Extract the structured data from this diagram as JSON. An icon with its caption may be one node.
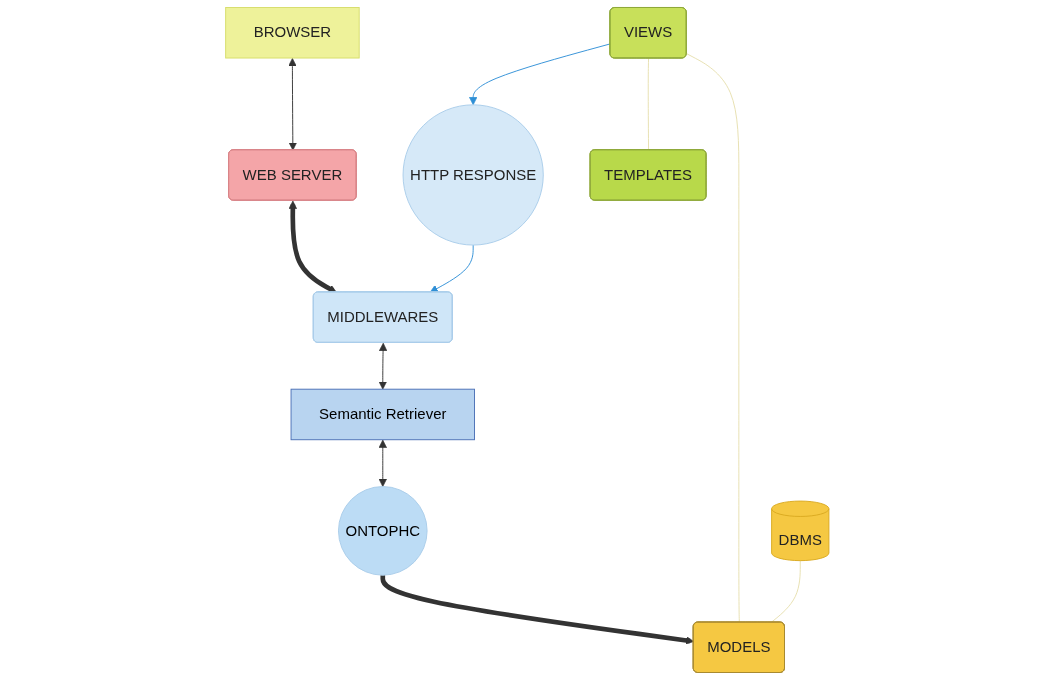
{
  "diagram": {
    "nodes": [
      {
        "text": [
          "BROWSER"
        ]
      },
      {
        "text": [
          "WEB SERVER"
        ]
      },
      {
        "text": [
          "MIDDLEWARES"
        ]
      },
      {
        "text": [
          "HTTP RESPONSE"
        ]
      },
      {
        "text": [
          "Semantic Retriever"
        ]
      },
      {
        "text": [
          "VIEWS"
        ]
      },
      {
        "text": [
          "DBMS"
        ]
      },
      {
        "text": [
          "MODELS"
        ]
      },
      {
        "text": [
          "TEMPLATES"
        ]
      },
      {
        "text": [
          "ONTOPHC"
        ]
      }
    ],
    "edges": [
      {
        "from": 0,
        "to": 1,
        "arrow": "both"
      },
      {
        "from": 1,
        "to": 2,
        "arrow": "both",
        "style": "thick"
      },
      {
        "from": 3,
        "to": 2,
        "arrow": "to",
        "color": "#2e8fd6"
      },
      {
        "from": 5,
        "to": 3,
        "arrow": "to",
        "color": "#2e8fd6"
      },
      {
        "from": 2,
        "to": 4,
        "arrow": "both"
      },
      {
        "from": 4,
        "to": 9,
        "arrow": "both"
      },
      {
        "from": 9,
        "to": 7,
        "arrow": "to",
        "style": "thick"
      },
      {
        "from": 5,
        "to": 7,
        "arrow": "none",
        "color": "#e6dfae"
      },
      {
        "from": 5,
        "to": 8,
        "arrow": "none",
        "color": "#e6dfae"
      },
      {
        "from": 6,
        "to": 7,
        "arrow": "none",
        "color": "#e6dfae"
      }
    ]
  }
}
